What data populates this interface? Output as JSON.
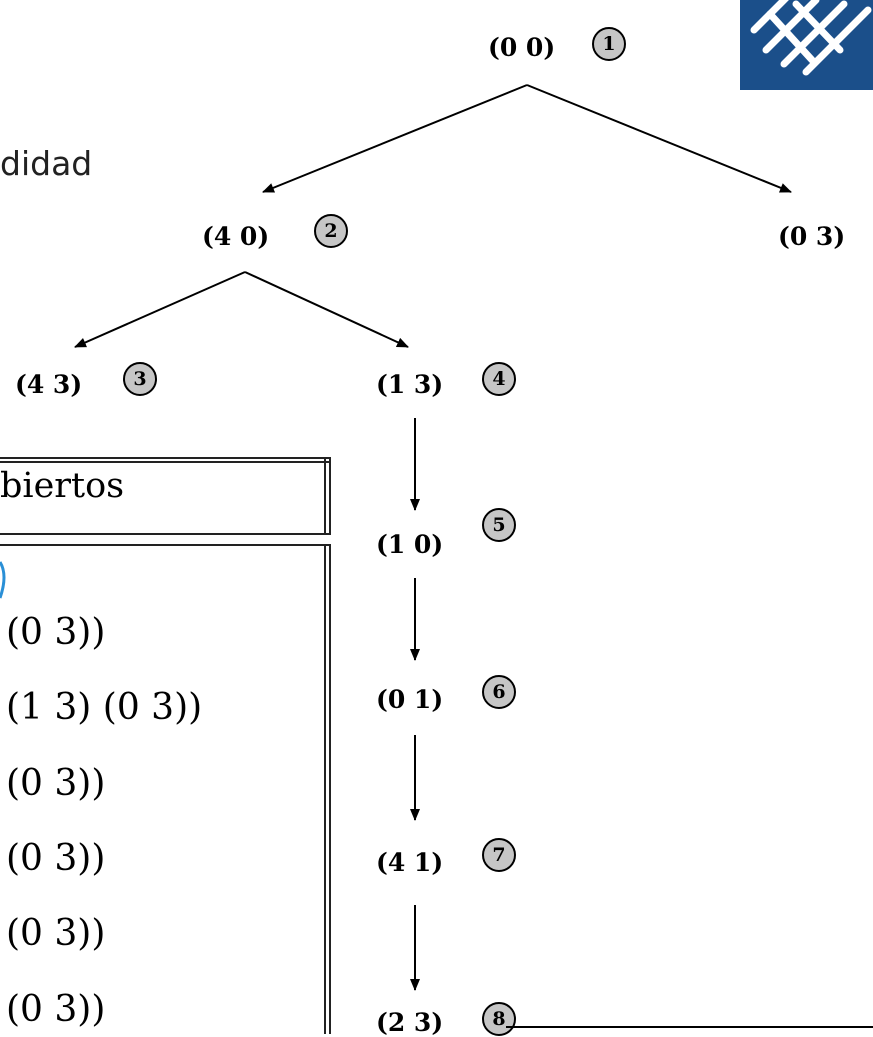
{
  "heading_fragment": "didad",
  "tree": {
    "nodes": [
      {
        "id": "n00",
        "label": "(0 0)",
        "order": "1"
      },
      {
        "id": "n40",
        "label": "(4 0)",
        "order": "2"
      },
      {
        "id": "n03",
        "label": "(0 3)",
        "order": ""
      },
      {
        "id": "n43",
        "label": "(4 3)",
        "order": "3"
      },
      {
        "id": "n13",
        "label": "(1 3)",
        "order": "4"
      },
      {
        "id": "n10",
        "label": "(1 0)",
        "order": "5"
      },
      {
        "id": "n01",
        "label": "(0 1)",
        "order": "6"
      },
      {
        "id": "n41",
        "label": "(4 1)",
        "order": "7"
      },
      {
        "id": "n23",
        "label": "(2 3)",
        "order": "8"
      }
    ]
  },
  "table": {
    "header": "biertos",
    "rows": [
      "(0 3))",
      "(1 3) (0 3))",
      "(0 3))",
      "(0 3))",
      "(0 3))",
      "(0 3))"
    ]
  },
  "colors": {
    "badge_fill": "#c6c6c6",
    "logo_bg": "#1b4f8a"
  }
}
